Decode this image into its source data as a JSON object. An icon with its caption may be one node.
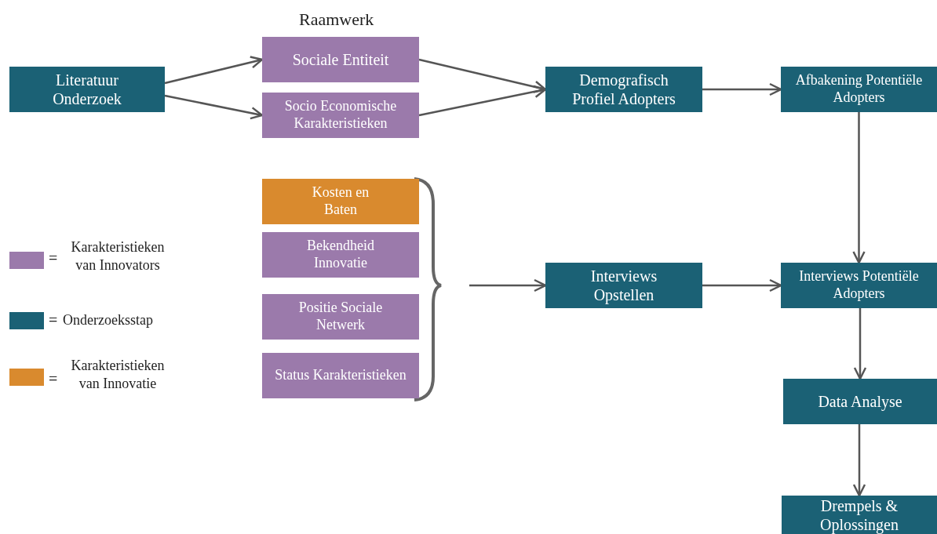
{
  "diagram": {
    "nodes": [
      {
        "text": [
          "Literatuur Onderzoek"
        ]
      },
      {
        "text": [
          "Sociale Entiteit"
        ]
      },
      {
        "text": [
          "Socio Economische Karakteristieken"
        ]
      },
      {
        "text": [
          "Demografisch Profiel Adopters"
        ]
      },
      {
        "text": [
          "Afbakening Potentiële Adopters"
        ]
      },
      {
        "text": [
          "Kosten en Baten"
        ]
      },
      {
        "text": [
          "Bekendheid Innovatie"
        ]
      },
      {
        "text": [
          "Positie Sociale Netwerk"
        ]
      },
      {
        "text": [
          "Status Karakteristieken"
        ]
      },
      {
        "text": [
          "Interviews Opstellen"
        ]
      },
      {
        "text": [
          "Interviews Potentiële Adopters"
        ]
      },
      {
        "text": [
          "Data Analyse"
        ]
      },
      {
        "text": [
          "Drempels & Oplossingen"
        ]
      }
    ],
    "edges": [
      {
        "from": 0,
        "to": 1,
        "arrow": "to"
      },
      {
        "from": 0,
        "to": 2,
        "arrow": "to"
      },
      {
        "from": 1,
        "to": 3,
        "arrow": "to"
      },
      {
        "from": 2,
        "to": 3,
        "arrow": "to"
      },
      {
        "from": 3,
        "to": 4,
        "arrow": "to"
      },
      {
        "from": 4,
        "to": 10,
        "arrow": "to"
      },
      {
        "from": null,
        "to": 9,
        "arrow": "to"
      },
      {
        "from": 9,
        "to": 10,
        "arrow": "to"
      },
      {
        "from": 10,
        "to": 11,
        "arrow": "to"
      },
      {
        "from": 11,
        "to": 12,
        "arrow": "to"
      }
    ],
    "labels": [
      "Raamwerk",
      "=",
      "=",
      "="
    ],
    "legend": [
      {
        "text": "Karakteristieken van Innovators",
        "color": "#9b7aab"
      },
      {
        "text": "Onderzoeksstap",
        "color": "#1b6175"
      },
      {
        "text": "Karakteristieken van Innovatie",
        "color": "#d98a2e"
      }
    ]
  }
}
